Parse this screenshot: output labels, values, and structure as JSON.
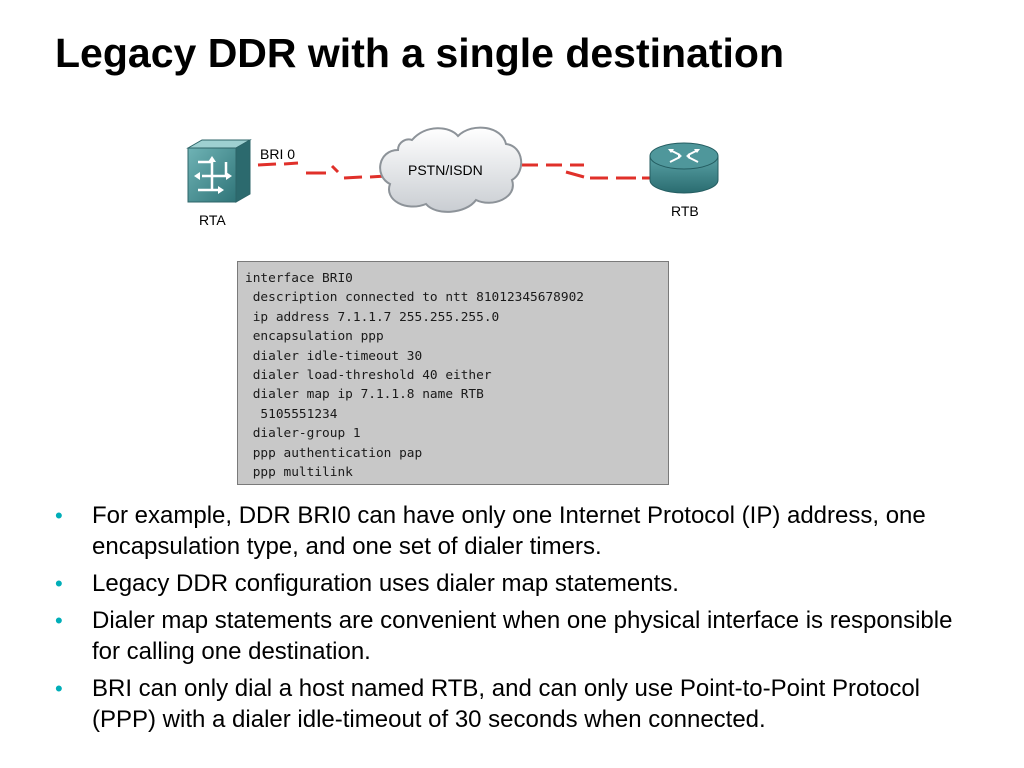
{
  "title": "Legacy DDR with a single destination",
  "diagram": {
    "interface_label": "BRI 0",
    "router_a": "RTA",
    "router_b": "RTB",
    "cloud": "PSTN/ISDN",
    "link_color": "#e0302a",
    "device_color": "#3f8a8e"
  },
  "config_lines": [
    "interface BRI0",
    " description connected to ntt 81012345678902",
    " ip address 7.1.1.7 255.255.255.0",
    " encapsulation ppp",
    " dialer idle-timeout 30",
    " dialer load-threshold 40 either",
    " dialer map ip 7.1.1.8 name RTB",
    "  5105551234",
    " dialer-group 1",
    " ppp authentication pap",
    " ppp multilink"
  ],
  "bullets": [
    "For example, DDR BRI0 can have only one Internet Protocol (IP) address, one encapsulation type, and one set of dialer timers.",
    "Legacy DDR configuration uses dialer map statements.",
    "Dialer map statements are convenient when one physical interface is responsible for calling one destination.",
    "BRI can only dial a host named RTB, and can only use Point-to-Point Protocol (PPP) with a dialer idle-timeout of 30 seconds when connected."
  ],
  "bullet_color": "#00aeb8"
}
